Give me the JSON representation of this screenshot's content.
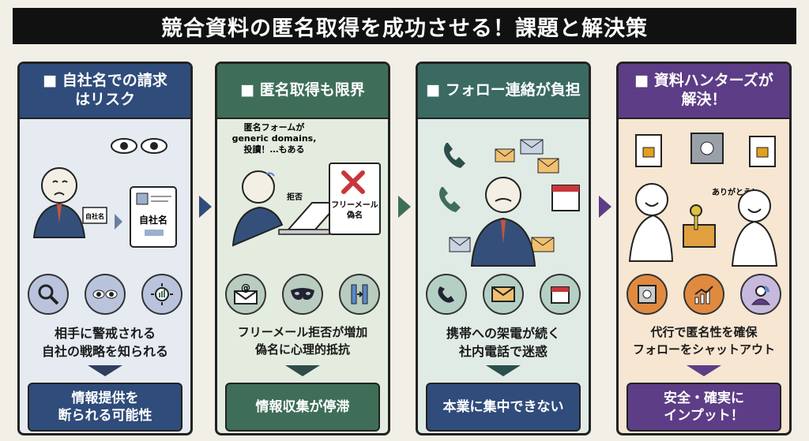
{
  "title": "競合資料の匿名取得を成功させる！課題と解決策",
  "colors": {
    "blue": "#2f4c7a",
    "green": "#3f6e58",
    "teal": "#3a6a62",
    "purple": "#5d3d86"
  },
  "panels": [
    {
      "heading": "■ 自社名での請求\nはリスク",
      "card_label": "自社名",
      "hand_card": "自社名",
      "icons": [
        "magnifier-icon",
        "eyes-icon",
        "radar-icon"
      ],
      "description": "相手に警戒される\n自社の戦略を知られる",
      "result": "情報提供を\n断られる可能性"
    },
    {
      "heading": "■ 匿名取得も限界",
      "speech": "匿名フォームが\ngeneric domains,\n投讀！…もある",
      "reject_label": "拒否",
      "form_label": "フリーメール\n偽名",
      "icons": [
        "mail-at-icon",
        "mask-icon",
        "blocked-door-icon"
      ],
      "description": "フリーメール拒否が増加\n偽名に心理的抵抗",
      "result": "情報収集が停滞"
    },
    {
      "heading": "■ フォロー連絡が負担",
      "icons": [
        "phone-icon",
        "envelope-icon",
        "calendar-icon"
      ],
      "description": "携帯への架電が続く\n社内電話で迷惑",
      "result": "本業に集中できない"
    },
    {
      "heading": "■ 資料ハンターズが\n解決！",
      "thanks": "ありがとう！",
      "icons": [
        "safe-icon",
        "growth-chart-icon",
        "analyst-icon"
      ],
      "description": "代行で匿名性を確保\nフォローをシャットアウト",
      "result": "安全・確実に\nインプット！"
    }
  ]
}
